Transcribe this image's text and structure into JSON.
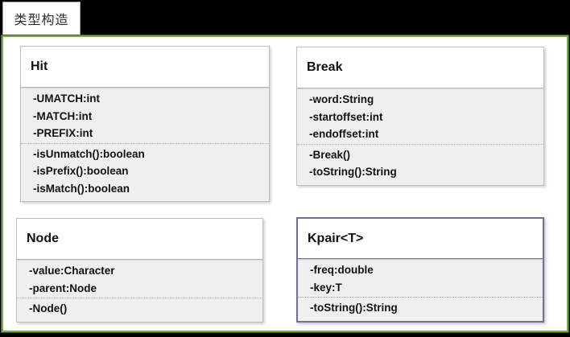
{
  "tab": {
    "label": "类型构造"
  },
  "theme": {
    "frame": "#000000",
    "panel_border": "#70ad47",
    "panel_bg": "#ffffff",
    "box_border_gray": "#bfbfbf",
    "box_border_purple": "#6e6e99",
    "section_bg": "#efefef",
    "title_bg": "#ffffff",
    "text": "#111111"
  },
  "classes": [
    {
      "name": "Hit",
      "attributes": [
        "-UMATCH:int",
        "-MATCH:int",
        "-PREFIX:int"
      ],
      "methods": [
        "-isUnmatch():boolean",
        "-isPrefix():boolean",
        "-isMatch():boolean"
      ]
    },
    {
      "name": "Break",
      "attributes": [
        "-word:String",
        "-startoffset:int",
        "-endoffset:int"
      ],
      "methods": [
        "-Break()",
        "-toString():String"
      ]
    },
    {
      "name": "Node",
      "attributes": [
        "-value:Character",
        "-parent:Node"
      ],
      "methods": [
        "-Node()"
      ]
    },
    {
      "name": "Kpair<T>",
      "attributes": [
        "-freq:double",
        "-key:T"
      ],
      "methods": [
        "-toString():String"
      ]
    }
  ]
}
